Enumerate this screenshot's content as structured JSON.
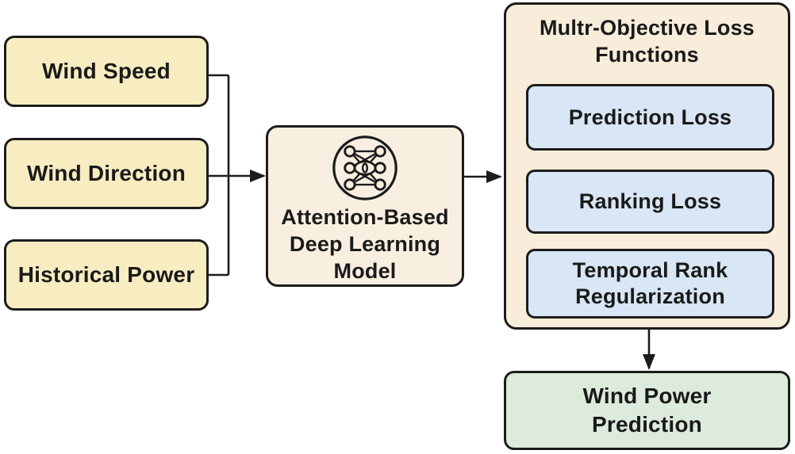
{
  "colors": {
    "input_box_fill": "#f8ecc1",
    "model_box_fill": "#f9efe1",
    "loss_container_fill": "#f8edda",
    "loss_item_fill": "#d8e6f5",
    "output_box_fill": "#dcebdc",
    "border_color": "#1c1c1c",
    "text_color": "#1a1a1a"
  },
  "diagram": {
    "input_boxes": [
      {
        "label": "Wind Speed"
      },
      {
        "label": "Wind Direction"
      },
      {
        "label": "Historical Power"
      }
    ],
    "model_box": {
      "icon": "neural-network-attention-icon",
      "label": "Attention-Based Deep Learning Model",
      "lines": [
        "Attention-Based",
        "Deep Learning",
        "Model"
      ]
    },
    "loss_container": {
      "title": "Multr-Objective Loss Functions",
      "title_lines": [
        "Multr-Objective Loss",
        "Functions"
      ],
      "items": [
        {
          "label": "Prediction Loss"
        },
        {
          "label": "Ranking Loss"
        },
        {
          "label": "Temporal Rank Regularization",
          "lines": [
            "Temporal Rank",
            "Regularization"
          ]
        }
      ]
    },
    "output_box": {
      "label": "Wind Power Prediction",
      "lines": [
        "Wind Power",
        "Prediction"
      ]
    }
  }
}
